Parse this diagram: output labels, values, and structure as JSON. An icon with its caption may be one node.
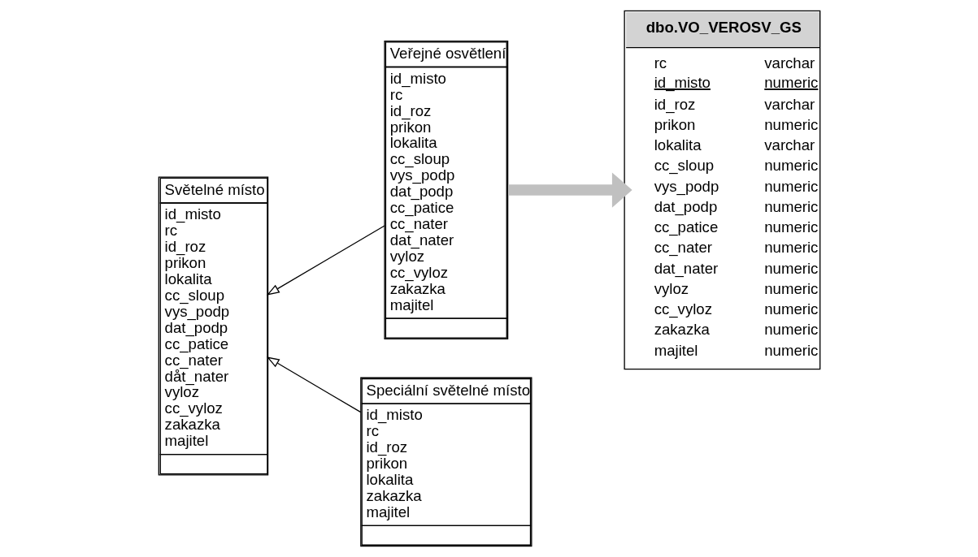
{
  "diagram": {
    "nodes": [
      {
        "text": [
          "Světelné místo",
          "id_misto",
          "rc",
          "id_roz",
          "prikon",
          "lokalita",
          "cc_sloup",
          "vys_podp",
          "dat_podp",
          "cc_patice",
          "cc_nater",
          "dåt_nater",
          "vyloz",
          "cc_vyloz",
          "zakazka",
          "majitel"
        ]
      },
      {
        "text": [
          "Veřejné osvětlení",
          "id_misto",
          "rc",
          "id_roz",
          "prikon",
          "lokalita",
          "cc_sloup",
          "vys_podp",
          "dat_podp",
          "cc_patice",
          "cc_nater",
          "dat_nater",
          "vyloz",
          "cc_vyloz",
          "zakazka",
          "majitel"
        ]
      },
      {
        "text": [
          "Speciální světelné místo",
          "id_misto",
          "rc",
          "id_roz",
          "prikon",
          "lokalita",
          "zakazka",
          "majitel"
        ]
      },
      {
        "text": [
          "dbo.VO_VEROSV_GS",
          "rc",
          "varchar",
          "id_misto",
          "numeric",
          "id_roz",
          "varchar",
          "prikon",
          "numeric",
          "lokalita",
          "varchar",
          "cc_sloup",
          "numeric",
          "vys_podp",
          "numeric",
          "dat_podp",
          "numeric",
          "cc_patice",
          "numeric",
          "cc_nater",
          "numeric",
          "dat_nater",
          "numeric",
          "vyloz",
          "numeric",
          "cc_vyloz",
          "numeric",
          "zakazka",
          "numeric",
          "majitel",
          "numeric"
        ]
      }
    ],
    "edges": [
      {
        "from": 1,
        "to": 0,
        "arrow": "to"
      },
      {
        "from": 2,
        "to": 0,
        "arrow": "to"
      },
      {
        "from": 1,
        "to": 3,
        "arrow": "to",
        "style": "thick",
        "color": "#c0c0c0"
      }
    ]
  }
}
